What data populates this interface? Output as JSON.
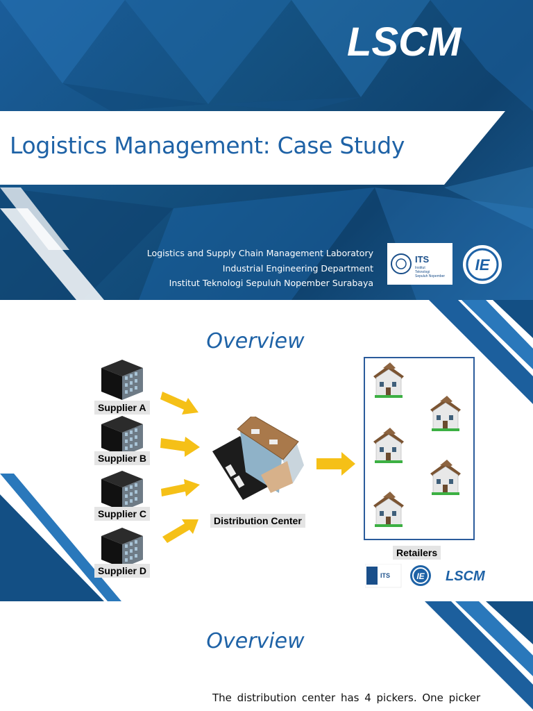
{
  "slide1": {
    "title": "Logistics Management: Case Study",
    "brand": "LSCM",
    "affiliation": [
      "Logistics and Supply Chain Management Laboratory",
      "Industrial Engineering Department",
      "Institut Teknologi Sepuluh Nopember Surabaya"
    ],
    "its_logo": {
      "brand": "ITS",
      "lines": [
        "Institut",
        "Teknologi",
        "Sepuluh Nopember"
      ]
    },
    "ie_logo": "IE"
  },
  "slide2": {
    "title": "Overview",
    "suppliers": [
      "Supplier A",
      "Supplier B",
      "Supplier C",
      "Supplier D"
    ],
    "distribution_center": "Distribution Center",
    "retailers": "Retailers",
    "footer_logos": {
      "its": "ITS",
      "ie": "IE",
      "lscm": "LSCM"
    }
  },
  "slide3": {
    "title": "Overview",
    "paragraph": "The distribution center has 4 pickers. One picker"
  },
  "colors": {
    "title_blue": "#1e62a6",
    "bg_blue": "#14507f",
    "arrow_yellow": "#f5c017",
    "box_border": "#2a5b9b"
  }
}
